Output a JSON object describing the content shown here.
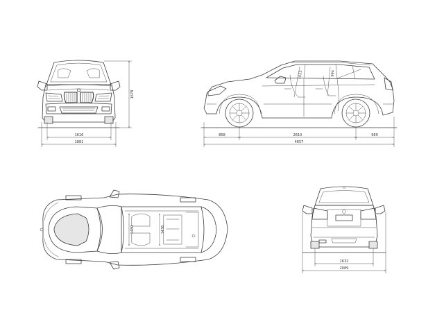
{
  "dimensions": {
    "front_track": "1616",
    "front_width": "1881",
    "height": "1678",
    "front_overhang": "858",
    "wheelbase": "2810",
    "rear_overhang": "989",
    "length": "4657",
    "front_headroom": "1023",
    "rear_headroom": "994",
    "top_front_headroom": "1480",
    "top_rear_headroom": "1436",
    "rear_track": "1632",
    "width_with_mirrors": "2089"
  }
}
